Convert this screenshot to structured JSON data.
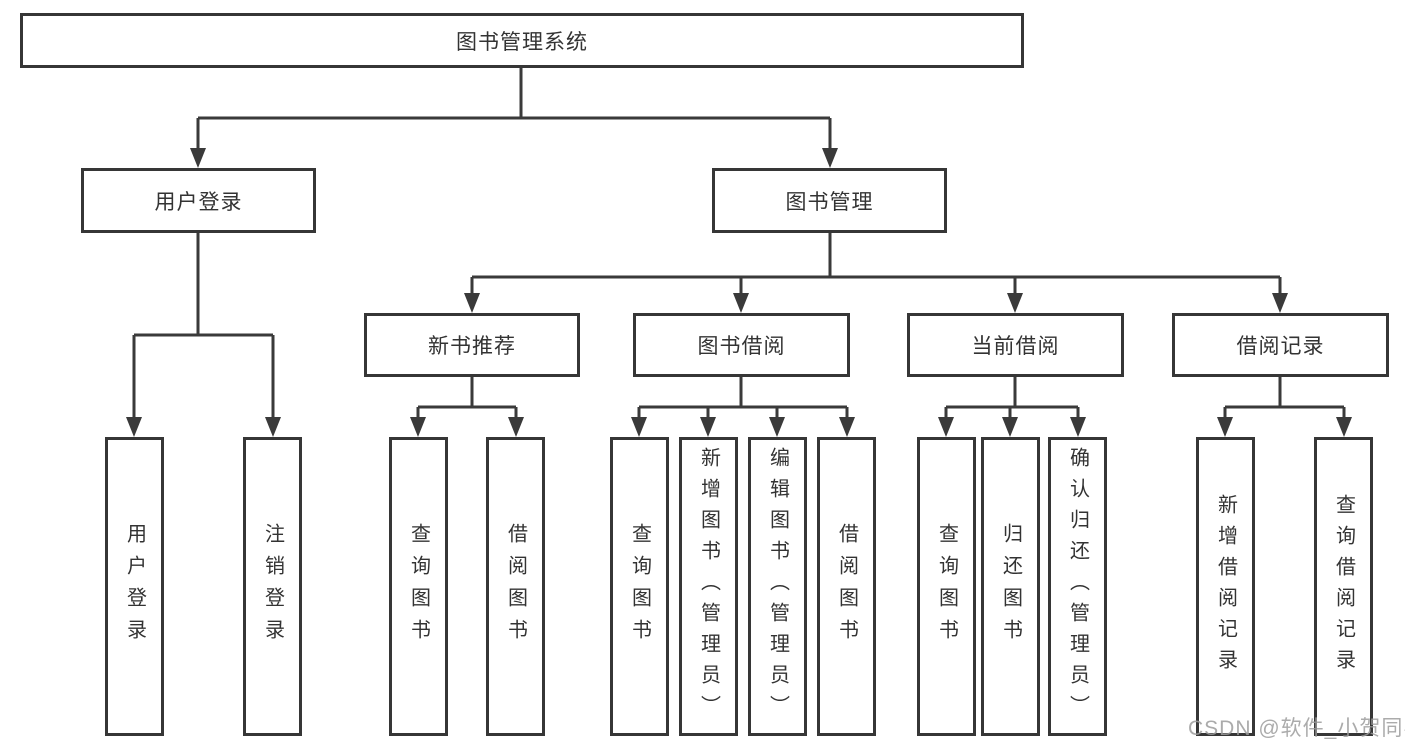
{
  "diagram": {
    "root": "图书管理系统",
    "user_login": {
      "label": "用户登录",
      "children": [
        "用户登录",
        "注销登录"
      ]
    },
    "book_mgmt": {
      "label": "图书管理",
      "sections": [
        {
          "label": "新书推荐",
          "children": [
            "查询图书",
            "借阅图书"
          ]
        },
        {
          "label": "图书借阅",
          "children": [
            "查询图书",
            "新增图书（管理员）",
            "编辑图书（管理员）",
            "借阅图书"
          ]
        },
        {
          "label": "当前借阅",
          "children": [
            "查询图书",
            "归还图书",
            "确认归还（管理员）"
          ]
        },
        {
          "label": "借阅记录",
          "children": [
            "新增借阅记录",
            "查询借阅记录"
          ]
        }
      ]
    }
  },
  "watermark": "CSDN @软件_小贺同学",
  "colors": {
    "background": "#ffffff",
    "line": "#3a3a3a",
    "box_border": "#363636",
    "text": "#333333",
    "watermark": "#9d9d9d"
  }
}
